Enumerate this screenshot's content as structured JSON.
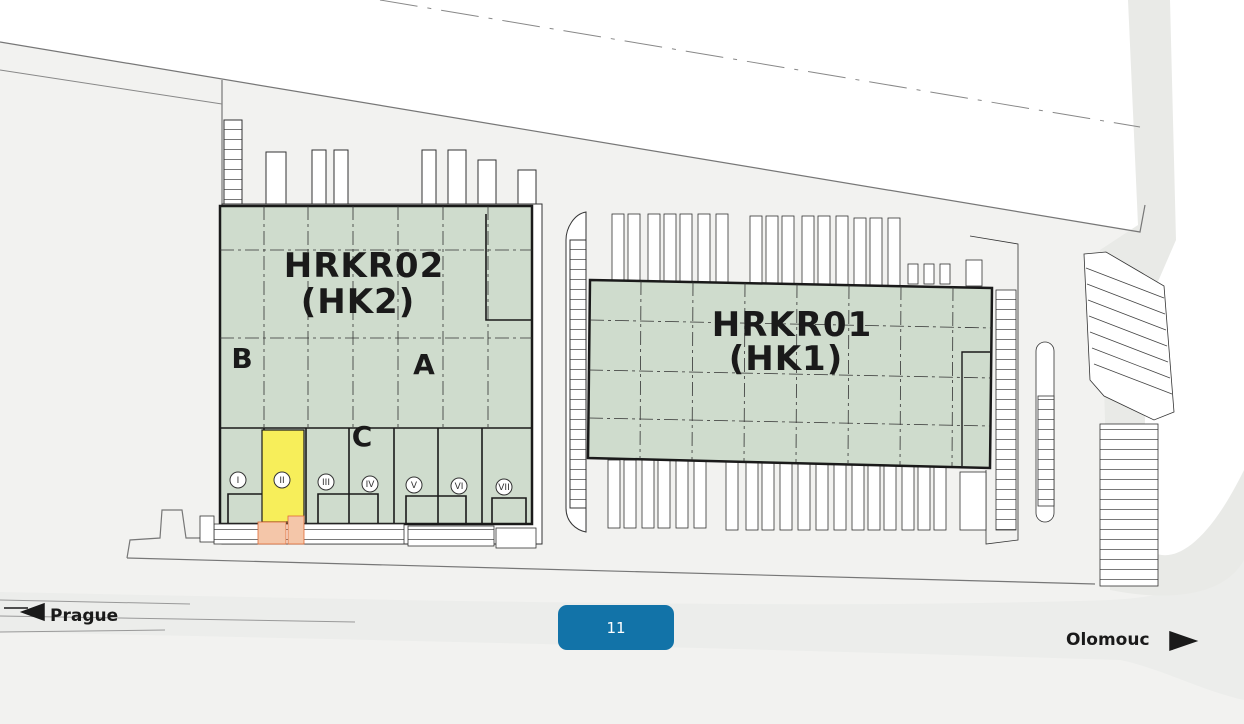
{
  "buildings": {
    "hrkr02": {
      "name": "HRKR02",
      "alias": "(HK2)"
    },
    "hrkr01": {
      "name": "HRKR01",
      "alias": "(HK1)"
    }
  },
  "sections": {
    "a": "A",
    "b": "B",
    "c": "C"
  },
  "units": [
    "I",
    "II",
    "III",
    "IV",
    "V",
    "VI",
    "VII"
  ],
  "highlighted_unit": "II",
  "road": {
    "number": "11"
  },
  "directions": {
    "west": "Prague",
    "east": "Olomouc"
  },
  "colors": {
    "building_fill": "#cfdccd",
    "highlight_unit": "#f7ee5a",
    "ground": "#f1f1ef",
    "road_badge": "#1273a8",
    "outline": "#1a1a1a"
  }
}
